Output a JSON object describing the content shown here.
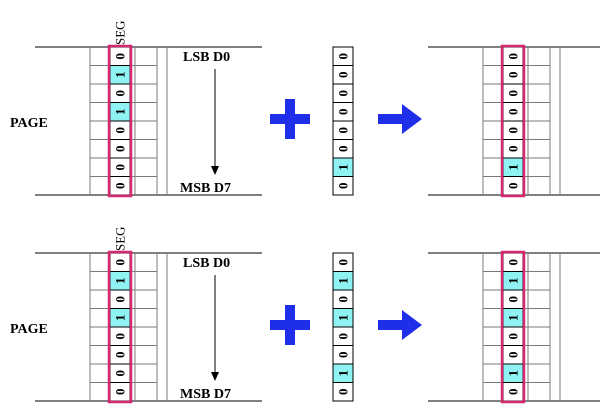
{
  "labels": {
    "seg": "SEG",
    "page": "PAGE",
    "lsb": "LSB D0",
    "msb": "MSB D7"
  },
  "colors": {
    "highlight": "#8ff3f3",
    "frame": "#d6286e",
    "arrow": "#1f2ee8",
    "line": "#000000",
    "grid": "#7a7a7a"
  },
  "icons": {
    "plus": "plus-icon",
    "result": "arrow-right-icon",
    "bit_order": "arrow-down-icon"
  },
  "rows": [
    {
      "display": [
        "0",
        "1",
        "0",
        "1",
        "0",
        "0",
        "0",
        "0"
      ],
      "write": [
        "0",
        "0",
        "0",
        "0",
        "0",
        "0",
        "1",
        "0"
      ],
      "result": [
        "0",
        "0",
        "0",
        "0",
        "0",
        "0",
        "1",
        "0"
      ]
    },
    {
      "display": [
        "0",
        "1",
        "0",
        "1",
        "0",
        "0",
        "0",
        "0"
      ],
      "write": [
        "0",
        "1",
        "0",
        "1",
        "0",
        "0",
        "1",
        "0"
      ],
      "result": [
        "0",
        "1",
        "0",
        "1",
        "0",
        "0",
        "1",
        "0"
      ]
    }
  ]
}
